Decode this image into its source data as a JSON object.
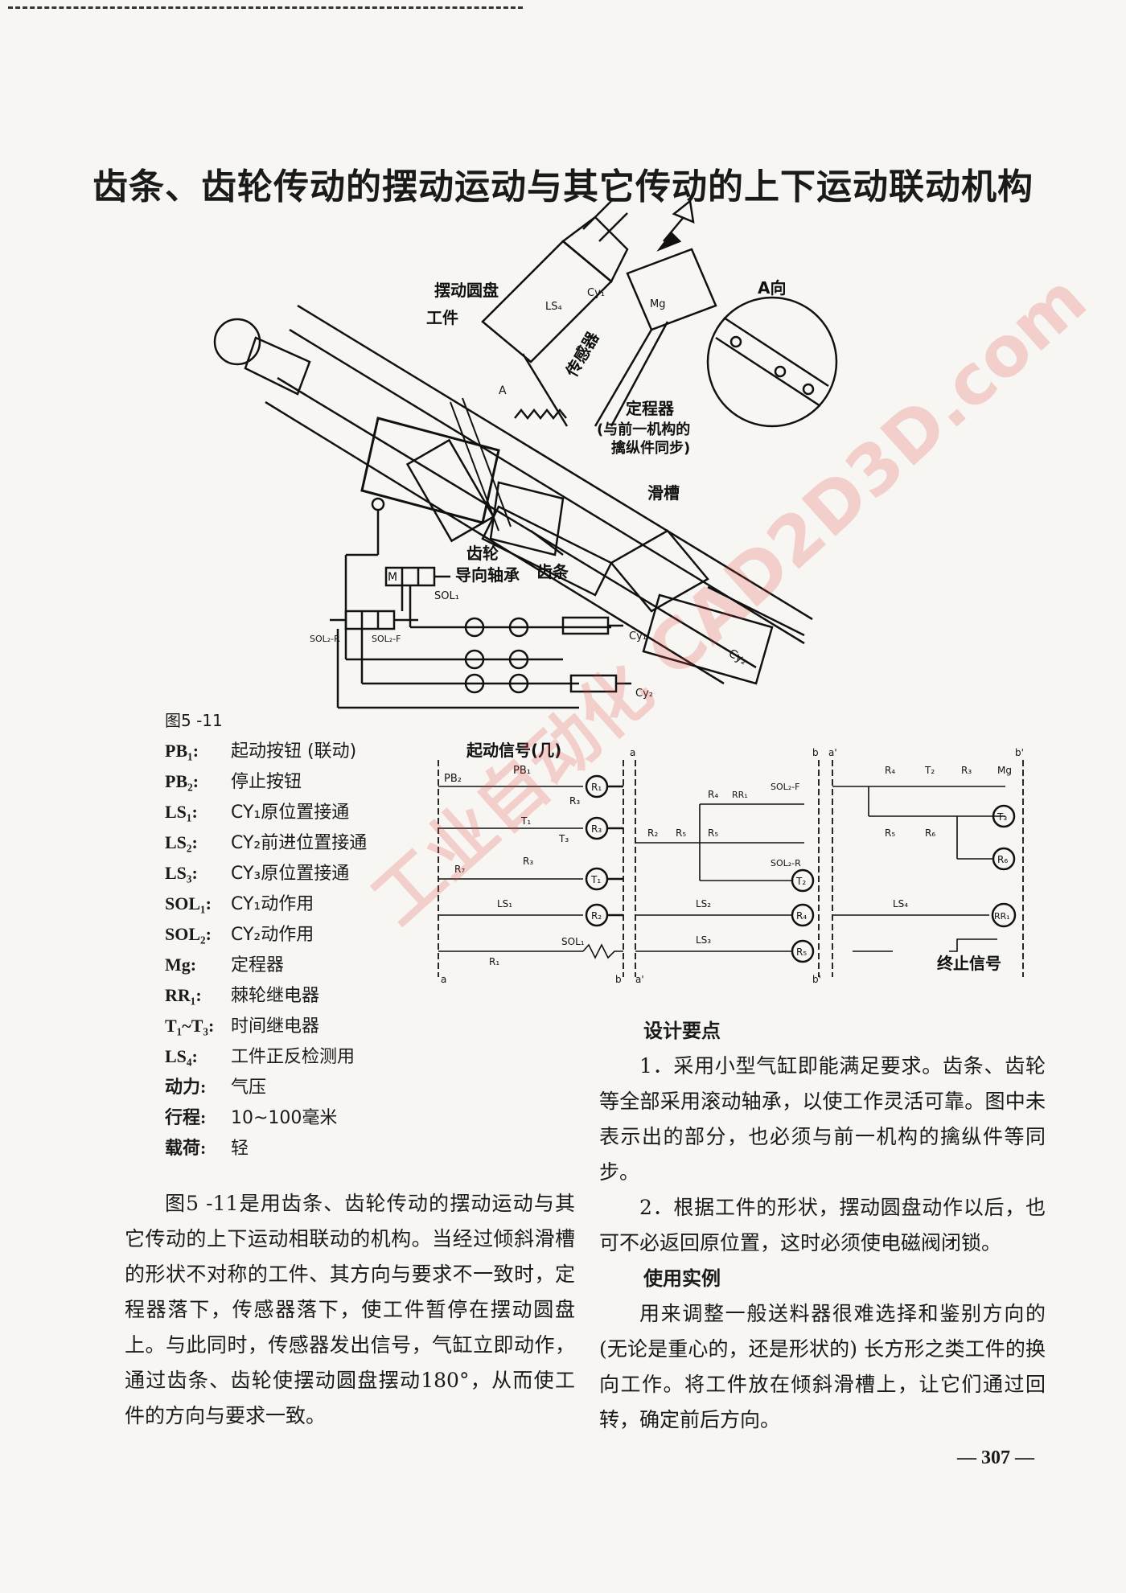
{
  "page": {
    "title": "齿条、齿轮传动的摆动运动与其它传动的上下运动联动机构",
    "page_number": "— 307 —"
  },
  "figure": {
    "labels": {
      "swing_disc": "摆动圆盘",
      "workpiece": "工件",
      "sensor": "传感器",
      "positioner": "定程器",
      "positioner_note_1": "(与前一机构的",
      "positioner_note_2": "擒纵件同步)",
      "slide_groove": "滑槽",
      "gear": "齿轮",
      "guide_bearing": "导向轴承",
      "rack": "齿条",
      "view_a": "A向",
      "arrow_a": "A",
      "ls4": "LS₄",
      "cy1": "Cy₁",
      "mg": "Mg",
      "sol1": "SOL₁",
      "sol2r": "SOL₂-R",
      "sol2f": "SOL₂-F",
      "cy1_circuit": "Cy₁",
      "cy2_circuit": "Cy₂",
      "cy2_body": "Cy₂",
      "m_label": "M"
    },
    "caption": "图5 -11",
    "ladder": {
      "start_signal": "起动信号(几)",
      "end_signal": "终止信号",
      "a": "a",
      "b": "b",
      "a_prime": "a'",
      "b_prime": "b'",
      "pb1": "PB₁",
      "pb2": "PB₂",
      "r1": "R₁",
      "r2": "R₂",
      "r3": "R₃",
      "r4": "R₄",
      "r5": "R₅",
      "r6": "R₆",
      "r7": "R₇",
      "t1": "T₁",
      "t2": "T₂",
      "t3": "T₃",
      "ls1": "LS₁",
      "ls2": "LS₂",
      "ls3": "LS₃",
      "ls4": "LS₄",
      "rr1": "RR₁",
      "mg": "Mg",
      "sol1": "SOL₁",
      "sol2f": "SOL₂-F",
      "sol2r": "SOL₂-R"
    }
  },
  "legend": [
    {
      "key": "PB₁:",
      "value": "起动按钮 (联动)"
    },
    {
      "key": "PB₂:",
      "value": "停止按钮"
    },
    {
      "key": "LS₁:",
      "value": "CY₁原位置接通"
    },
    {
      "key": "LS₂:",
      "value": "CY₂前进位置接通"
    },
    {
      "key": "LS₃:",
      "value": "CY₃原位置接通"
    },
    {
      "key": "SOL₁:",
      "value": "CY₁动作用"
    },
    {
      "key": "SOL₂:",
      "value": "CY₂动作用"
    },
    {
      "key": "Mg:",
      "value": "定程器"
    },
    {
      "key": "RR₁:",
      "value": "棘轮继电器"
    },
    {
      "key": "T₁~T₃:",
      "value": "时间继电器"
    },
    {
      "key": "LS₄:",
      "value": "工件正反检测用"
    },
    {
      "key": "动力:",
      "value": "气压"
    },
    {
      "key": "行程:",
      "value": "10~100毫米"
    },
    {
      "key": "载荷:",
      "value": "轻"
    }
  ],
  "text": {
    "left_para": "图5 -11是用齿条、齿轮传动的摆动运动与其它传动的上下运动相联动的机构。当经过倾斜滑槽的形状不对称的工件、其方向与要求不一致时，定程器落下，传感器落下，使工件暂停在摆动圆盘上。与此同时，传感器发出信号，气缸立即动作，通过齿条、齿轮使摆动圆盘摆动180°，从而使工件的方向与要求一致。",
    "design_heading": "设计要点",
    "design_p1": "1．采用小型气缸即能满足要求。齿条、齿轮等全部采用滚动轴承，以使工作灵活可靠。图中未表示出的部分，也必须与前一机构的擒纵件等同步。",
    "design_p2": "2．根据工件的形状，摆动圆盘动作以后，也可不必返回原位置，这时必须使电磁阀闭锁。",
    "usage_heading": "使用实例",
    "usage_p": "用来调整一般送料器很难选择和鉴别方向的 (无论是重心的，还是形状的) 长方形之类工件的换向工作。将工件放在倾斜滑槽上，让它们通过回转，确定前后方向。"
  },
  "watermark": "工业自动化 CAD2D3D.com"
}
